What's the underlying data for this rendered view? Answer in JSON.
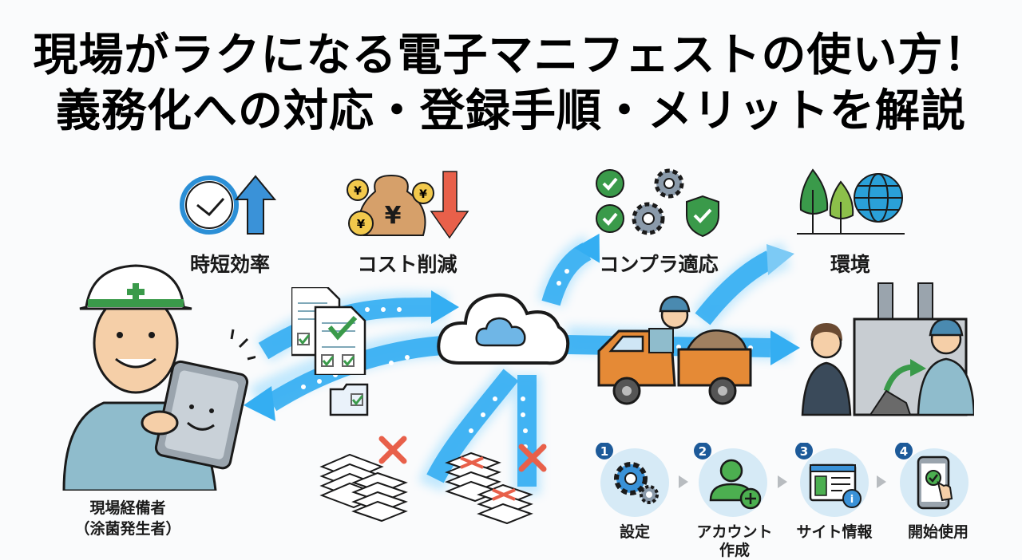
{
  "title": {
    "line1": "現場がラクになる電子マニフェストの使い方！",
    "line2": "義務化への対応・登録手順・メリットを解説"
  },
  "benefits": [
    {
      "icon": "clock-up-arrow-icon",
      "label": "時短効率"
    },
    {
      "icon": "money-bag-down-arrow-icon",
      "label": "コスト削減"
    },
    {
      "icon": "gears-checks-shield-icon",
      "label": "コンプラ適応"
    },
    {
      "icon": "trees-globe-icon",
      "label": "環境"
    }
  ],
  "worker": {
    "label_line1": "現場経備者",
    "label_line2": "（涂菌発生者）"
  },
  "steps": [
    {
      "number": "1",
      "icon": "gear-icon",
      "label": "設定"
    },
    {
      "number": "2",
      "icon": "add-user-icon",
      "label_line1": "アカウント",
      "label_line2": "作成"
    },
    {
      "number": "3",
      "icon": "site-info-icon",
      "label": "サイト情報"
    },
    {
      "number": "4",
      "icon": "phone-check-icon",
      "label": "開始使用"
    }
  ],
  "colors": {
    "flow_blue": "#2aa8f0",
    "check_green": "#3a9a4a",
    "down_red": "#e8604a",
    "step_circle": "#d6eaf6",
    "step_badge": "#1d5a99"
  }
}
